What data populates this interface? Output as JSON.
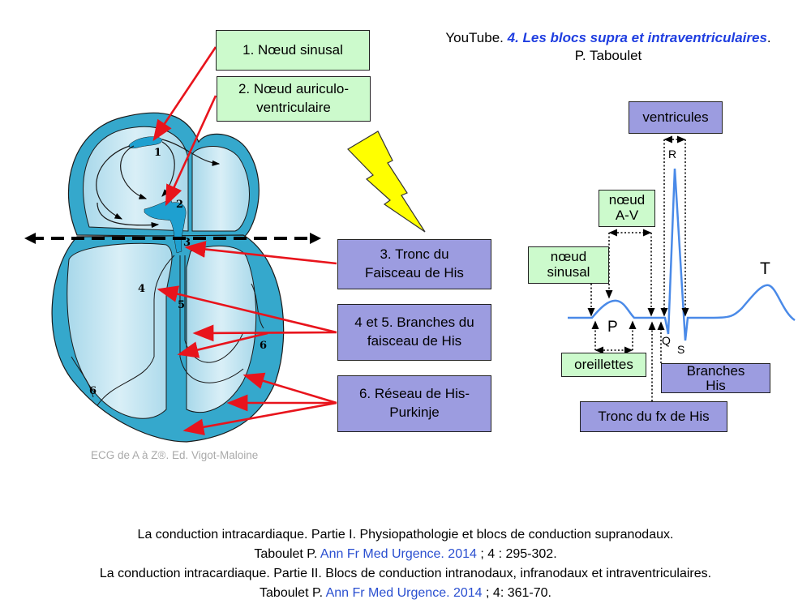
{
  "header": {
    "source_prefix": "YouTube. ",
    "video_title": "4. Les blocs supra et intraventriculaires",
    "suffix": ".",
    "author": "P. Taboulet"
  },
  "heart_labels": {
    "box1": "1. Nœud sinusal",
    "box2_line1": "2. Nœud auriculo-",
    "box2_line2": "ventriculaire",
    "box3_line1": "3. Tronc du",
    "box3_line2": "Faisceau de His",
    "box4_line1": "4 et 5. Branches du",
    "box4_line2": "faisceau de His",
    "box6_line1": "6. Réseau de His-",
    "box6_line2": "Purkinje",
    "numbers": [
      "1",
      "2",
      "3",
      "4",
      "5",
      "6",
      "6"
    ]
  },
  "credit": "ECG de A à Z®. Ed. Vigot-Maloine",
  "ecg": {
    "ventricules": "ventricules",
    "noeud_av_line1": "nœud",
    "noeud_av_line2": "A-V",
    "noeud_sinusal_line1": "nœud",
    "noeud_sinusal_line2": "sinusal",
    "oreillettes": "oreillettes",
    "branches_line1": "Branches",
    "branches_line2": "His",
    "tronc": "Tronc du fx de His",
    "waves": {
      "P": "P",
      "Q": "Q",
      "R": "R",
      "S": "S",
      "T": "T"
    }
  },
  "references": [
    {
      "line1": "La conduction intracardiaque. Partie I. Physiopathologie et blocs de conduction supranodaux.",
      "author": "Taboulet P. ",
      "journal": "Ann Fr Med Urgence. 2014",
      "pages": " ; 4 : 295-302."
    },
    {
      "line1": "La conduction intracardiaque. Partie II. Blocs de conduction intranodaux, infranodaux et intraventriculaires.",
      "author": "Taboulet P. ",
      "journal": "Ann Fr Med Urgence. 2014",
      "pages": " ; 4: 361-70."
    }
  ],
  "colors": {
    "heart_wall": "#35a8cc",
    "chamber": "#bfe4f0",
    "arrow_red": "#e8141c",
    "ecg_line": "#4a8ae8",
    "green_box": "#ccfacc",
    "purple_box": "#9c9ce0",
    "bolt": "#ffff00",
    "title_blue": "#1f3ee0"
  }
}
